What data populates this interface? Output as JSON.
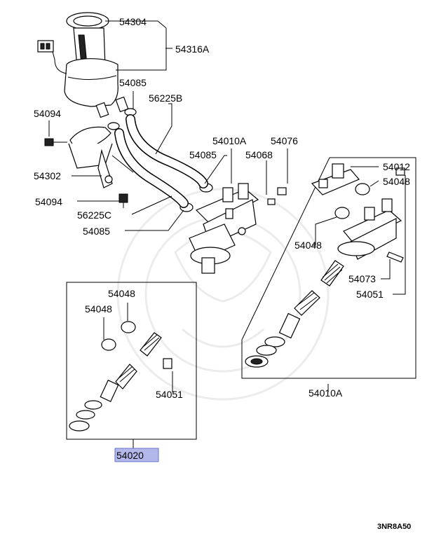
{
  "labels": {
    "p54304": "54304",
    "p54316A": "54316A",
    "p54085_a": "54085",
    "p56225B": "56225B",
    "p54094_a": "54094",
    "p54302": "54302",
    "p54094_b": "54094",
    "p56225C": "56225C",
    "p54085_b": "54085",
    "p54010A_top": "54010A",
    "p54076": "54076",
    "p54085_c": "54085",
    "p54068": "54068",
    "p54012": "54012",
    "p54048_r1": "54048",
    "p54048_r2": "54048",
    "p54073": "54073",
    "p54051_r": "54051",
    "p54010A_bottom": "54010A",
    "p54048_l1": "54048",
    "p54048_l2": "54048",
    "p54051_l": "54051",
    "p54020": "54020"
  },
  "reference_code": "3NR8A50",
  "colors": {
    "highlight": "#b3b8ea",
    "line": "#000000"
  }
}
